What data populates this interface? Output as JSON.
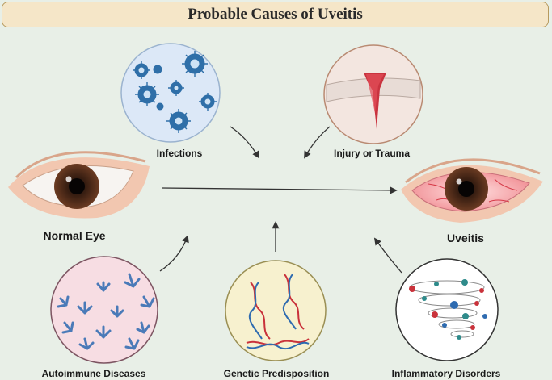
{
  "title": "Probable Causes of Uveitis",
  "nodes": {
    "normal_eye": "Normal Eye",
    "uveitis": "Uveitis",
    "infections": "Infections",
    "injury": "Injury or Trauma",
    "autoimmune": "Autoimmune Diseases",
    "genetic": "Genetic Predisposition",
    "inflammatory": "Inflammatory Disorders"
  },
  "colors": {
    "title_fill": "#f5e6c8",
    "background": "#e8efe7",
    "infection_fill": "#dce8f7",
    "injury_fill": "#f3e6e0",
    "autoimmune_fill": "#f7dde3",
    "genetic_fill": "#f7f1cf",
    "inflammatory_fill": "#ffffff"
  }
}
